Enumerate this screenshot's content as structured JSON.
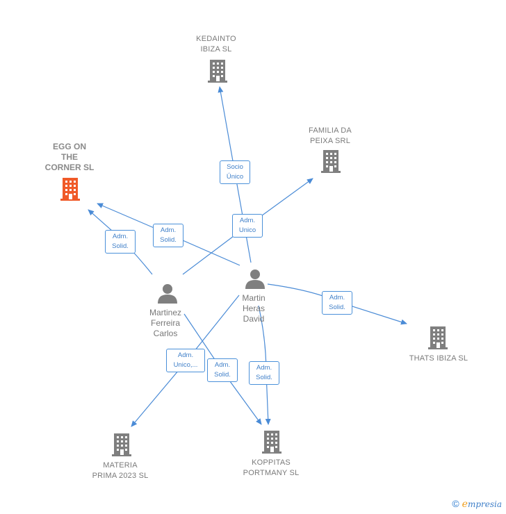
{
  "colors": {
    "edge": "#4a8bd6",
    "company": "#7f7f7f",
    "focus_company": "#f05a28",
    "person": "#7f7f7f"
  },
  "companies": {
    "kedainto": [
      "KEDAINTO",
      "IBIZA  SL"
    ],
    "familia": [
      "FAMILIA DA",
      "PEIXA SRL"
    ],
    "egg": [
      "EGG ON",
      "THE",
      "CORNER  SL"
    ],
    "thats": [
      "THATS IBIZA SL"
    ],
    "materia": [
      "MATERIA",
      "PRIMA 2023  SL"
    ],
    "koppitas": [
      "KOPPITAS",
      "PORTMANY  SL"
    ]
  },
  "persons": {
    "martinez": [
      "Martinez",
      "Ferreira",
      "Carlos"
    ],
    "martin": [
      "Martin",
      "Heras",
      "David"
    ]
  },
  "edge_labels": {
    "socio_unico": [
      "Socio",
      "Único"
    ],
    "adm_unico_familia": [
      "Adm.",
      "Unico"
    ],
    "adm_solid_egg_top": [
      "Adm.",
      "Solid."
    ],
    "adm_solid_egg_left": [
      "Adm.",
      "Solid."
    ],
    "adm_solid_thats": [
      "Adm.",
      "Solid."
    ],
    "adm_unico_materia": [
      "Adm.",
      "Unico,..."
    ],
    "adm_solid_koppitas_left": [
      "Adm.",
      "Solid."
    ],
    "adm_solid_koppitas_right": [
      "Adm.",
      "Solid."
    ]
  },
  "footer": {
    "copyright": "©",
    "brand_e": "e",
    "brand_rest": "mpresia"
  }
}
